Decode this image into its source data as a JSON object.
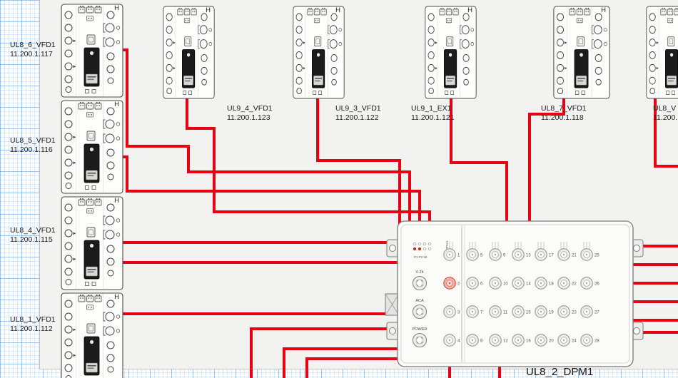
{
  "diagram": {
    "module_letter": "H",
    "cable_color": "#e60212",
    "left_devices": [
      {
        "name": "UL8_6_VFD1",
        "ip": "11.200.1.117"
      },
      {
        "name": "UL8_5_VFD1",
        "ip": "11.200.1.116"
      },
      {
        "name": "UL8_4_VFD1",
        "ip": "11.200.1.115"
      },
      {
        "name": "UL8_1_VFD1",
        "ip": "11.200.1.112"
      }
    ],
    "top_devices": [
      {
        "name": "UL9_4_VFD1",
        "ip": "11.200.1.123"
      },
      {
        "name": "UL9_3_VFD1",
        "ip": "11.200.1.122"
      },
      {
        "name": "UL9_1_EX1",
        "ip": "11.200.1.121"
      },
      {
        "name": "UL8_7_VFD1",
        "ip": "11.200.1.118"
      },
      {
        "name": "UL8_V",
        "ip": "11.200."
      }
    ],
    "dpm": {
      "name": "UL8_2_DPM1",
      "led_caption_top": "P1 P2 IM",
      "led_caption_side": "FAULT",
      "left_port_labels": [
        "V-24",
        "ACA",
        "POWER"
      ],
      "port_numbers": [
        [
          1,
          2,
          3,
          4
        ],
        [
          5,
          6,
          7,
          8
        ],
        [
          9,
          10,
          11,
          12
        ],
        [
          13,
          14,
          15,
          16
        ],
        [
          17,
          18,
          19,
          20
        ],
        [
          21,
          22,
          23,
          24
        ],
        [
          25,
          26,
          27,
          28
        ]
      ],
      "highlighted_port": 2
    }
  }
}
